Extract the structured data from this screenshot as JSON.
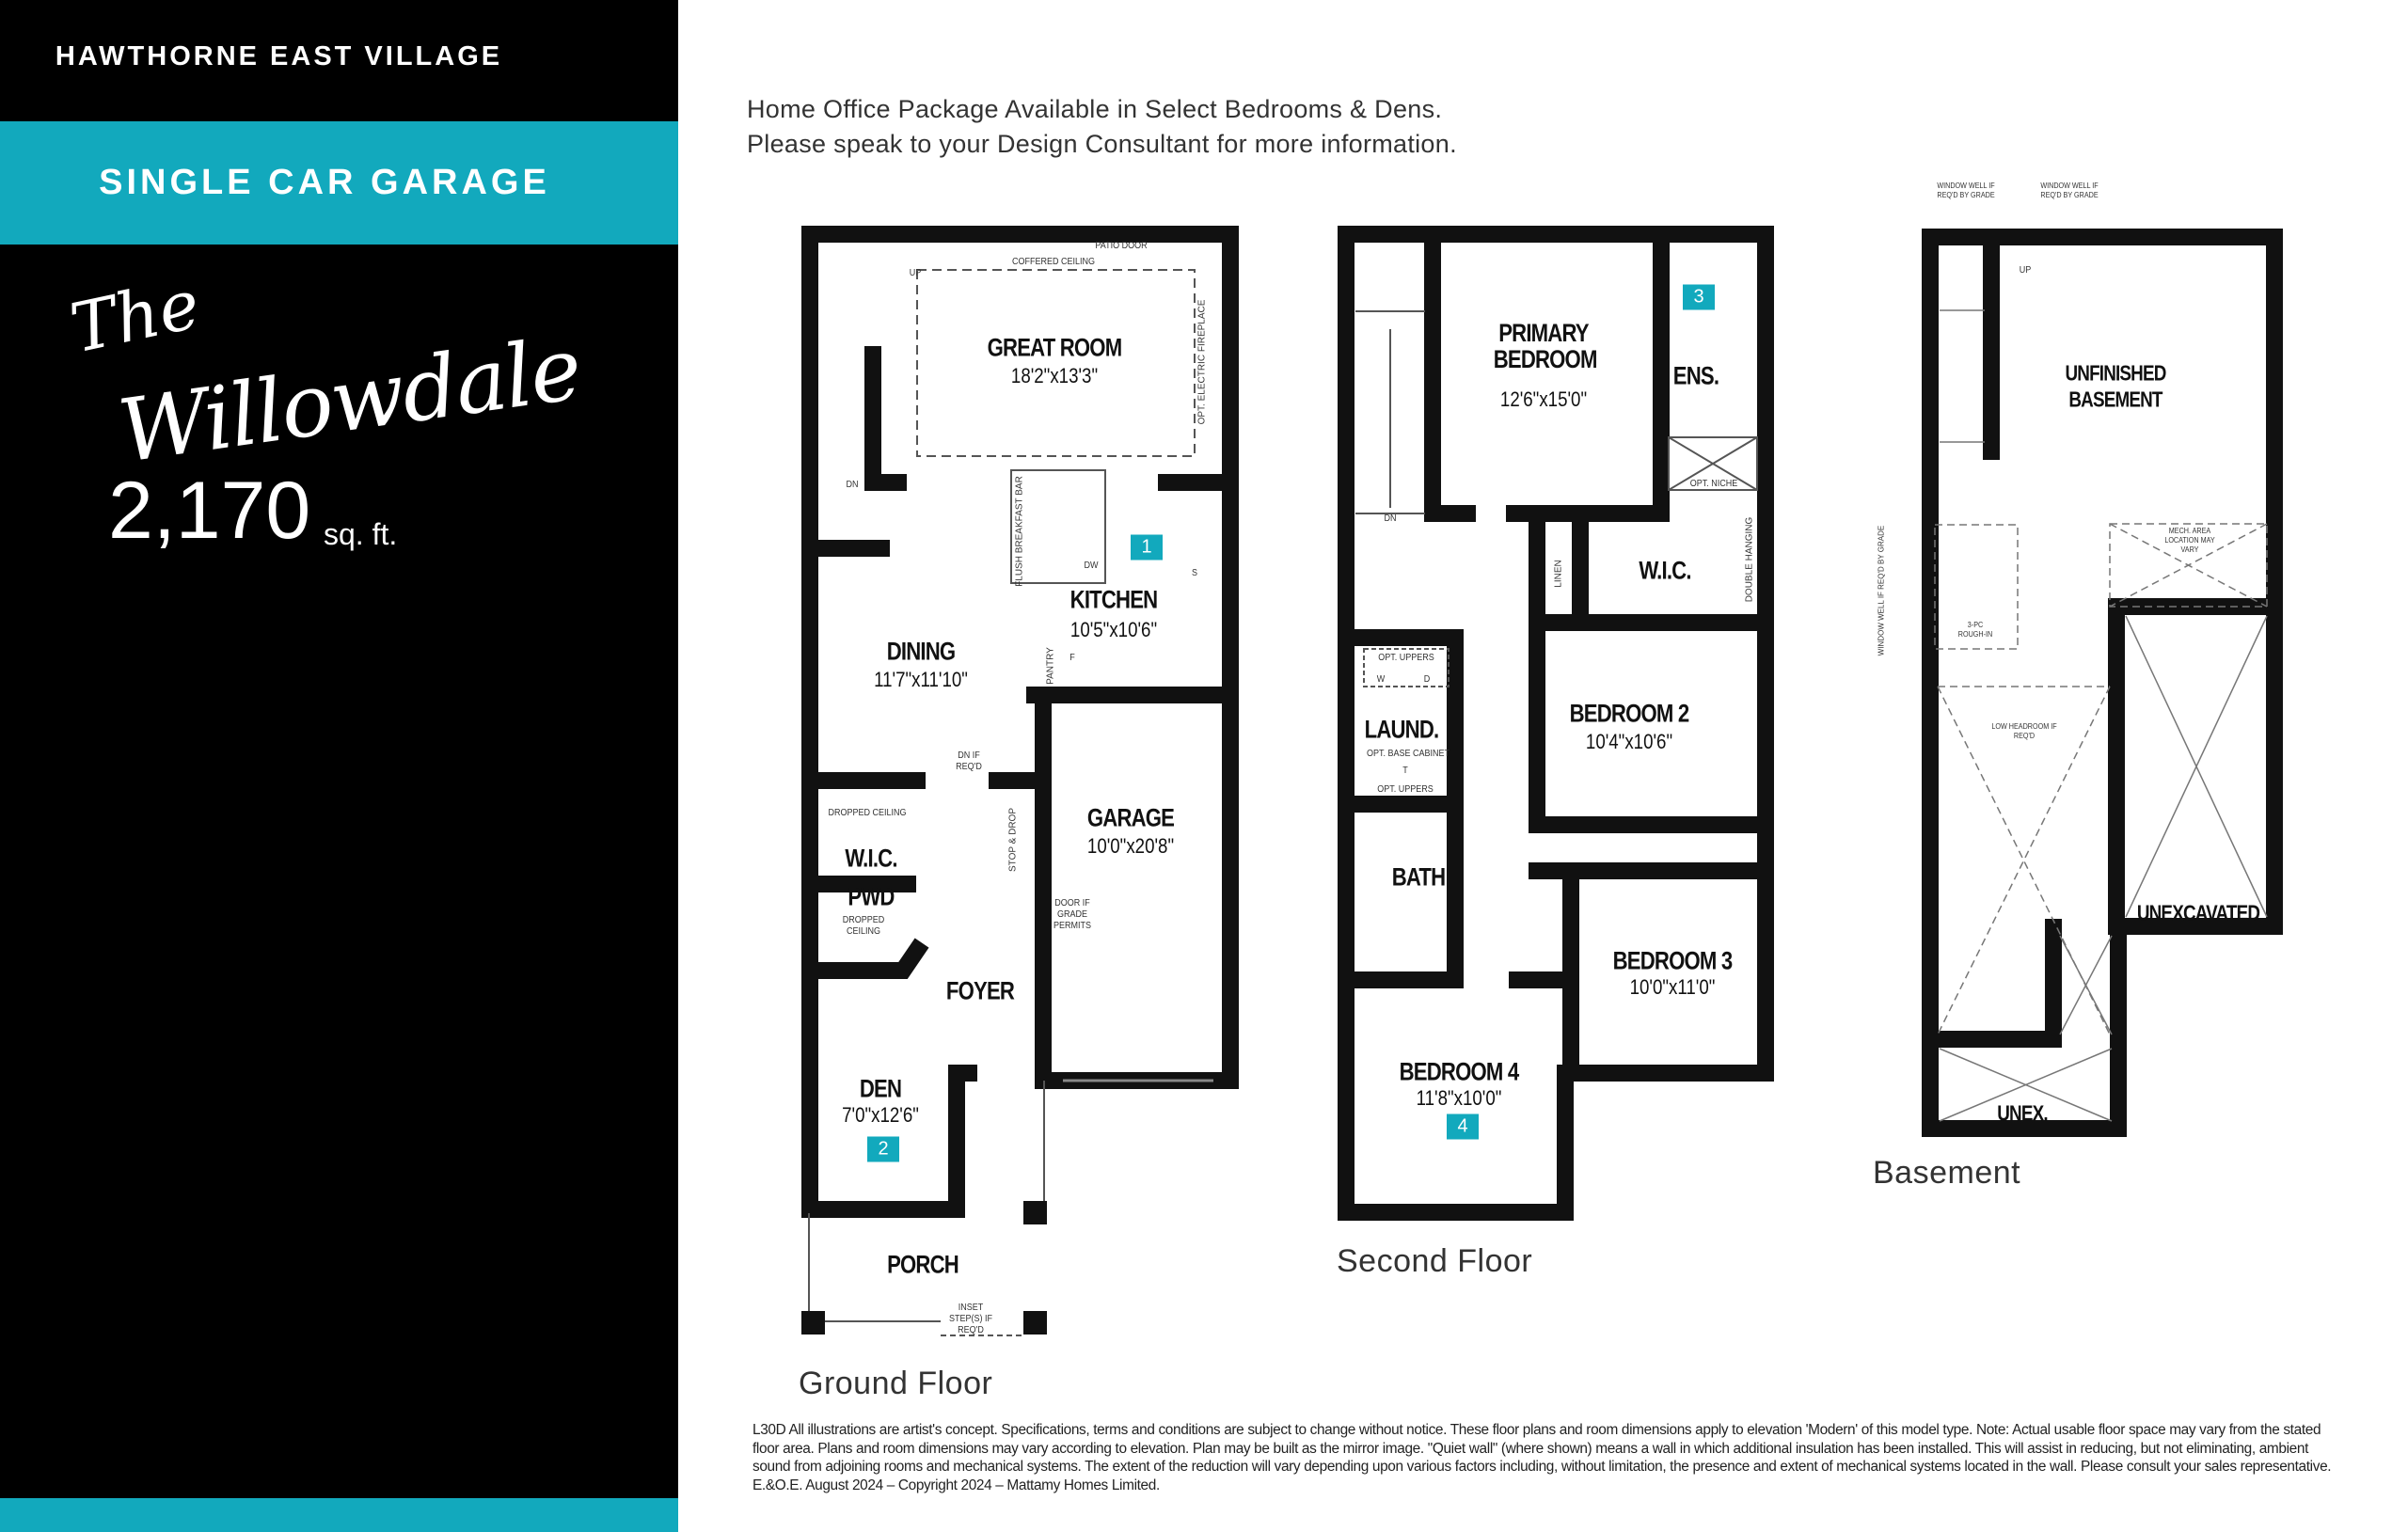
{
  "sidebar": {
    "community": "HAWTHORNE EAST VILLAGE",
    "garage_type": "SINGLE CAR GARAGE",
    "model_line1": "The",
    "model_line2": "Willowdale",
    "square_feet": "2,170",
    "square_feet_unit": "sq. ft."
  },
  "intro": {
    "line1": "Home Office Package Available in Select Bedrooms & Dens.",
    "line2": "Please speak to your Design Consultant for more information."
  },
  "colors": {
    "accent": "#12a9bd",
    "panel": "#000000",
    "walls": "#111111"
  },
  "ground_floor": {
    "title": "Ground Floor",
    "rooms": [
      {
        "name": "GREAT ROOM",
        "dims": "18'2\"x13'3\""
      },
      {
        "name": "KITCHEN",
        "dims": "10'5\"x10'6\""
      },
      {
        "name": "DINING",
        "dims": "11'7\"x11'10\""
      },
      {
        "name": "GARAGE",
        "dims": "10'0\"x20'8\""
      },
      {
        "name": "W.I.C."
      },
      {
        "name": "PWD"
      },
      {
        "name": "FOYER"
      },
      {
        "name": "DEN",
        "dims": "7'0\"x12'6\""
      },
      {
        "name": "PORCH"
      }
    ],
    "notes": [
      "PATIO DOOR",
      "COFFERED CEILING",
      "UP",
      "DN",
      "OPT. ELECTRIC FIREPLACE",
      "FLUSH BREAKFAST BAR",
      "DW",
      "S",
      "F",
      "PANTRY",
      "DN IF REQ'D",
      "DROPPED CEILING",
      "DROPPED CEILING",
      "STOP & DROP",
      "DOOR IF GRADE PERMITS",
      "INSET STEP(S) IF REQ'D"
    ],
    "badges": [
      "1",
      "2"
    ]
  },
  "second_floor": {
    "title": "Second Floor",
    "rooms": [
      {
        "name": "PRIMARY BEDROOM",
        "dims": "12'6\"x15'0\""
      },
      {
        "name": "ENS."
      },
      {
        "name": "W.I.C."
      },
      {
        "name": "BEDROOM 2",
        "dims": "10'4\"x10'6\""
      },
      {
        "name": "LAUND."
      },
      {
        "name": "BATH"
      },
      {
        "name": "BEDROOM 3",
        "dims": "10'0\"x11'0\""
      },
      {
        "name": "BEDROOM 4",
        "dims": "11'8\"x10'0\""
      }
    ],
    "notes": [
      "DN",
      "OPT. NICHE",
      "LINEN",
      "DOUBLE HANGING",
      "OPT. UPPERS",
      "W",
      "D",
      "OPT. BASE CABINET",
      "T",
      "OPT. UPPERS"
    ],
    "badges": [
      "3",
      "4"
    ]
  },
  "basement": {
    "title": "Basement",
    "rooms": [
      {
        "name": "UNFINISHED BASEMENT"
      },
      {
        "name": "UNEXCAVATED"
      },
      {
        "name": "UNEX."
      }
    ],
    "notes": [
      "WINDOW WELL IF REQ'D BY GRADE",
      "WINDOW WELL IF REQ'D BY GRADE",
      "UP",
      "WINDOW WELL IF REQ'D BY GRADE",
      "MECH. AREA LOCATION MAY VARY",
      "3-PC ROUGH-IN",
      "LOW HEADROOM IF REQ'D"
    ]
  },
  "disclaimer": "L30D All illustrations are artist's concept. Specifications, terms and conditions are subject to change without notice. These floor plans and room dimensions apply to elevation 'Modern' of this model type. Note: Actual usable floor space may vary from the stated floor area. Plans and room dimensions may vary according to elevation. Plan may be built as the mirror image. \"Quiet wall\" (where shown) means a wall in which additional insulation has been installed. This will assist in reducing, but not eliminating, ambient sound from adjoining rooms and mechanical systems. The extent of the reduction will vary depending upon various factors including, without limitation, the presence and extent of mechanical systems located in the wall. Please consult your sales representative. E.&O.E. August 2024 – Copyright 2024 – Mattamy Homes Limited."
}
